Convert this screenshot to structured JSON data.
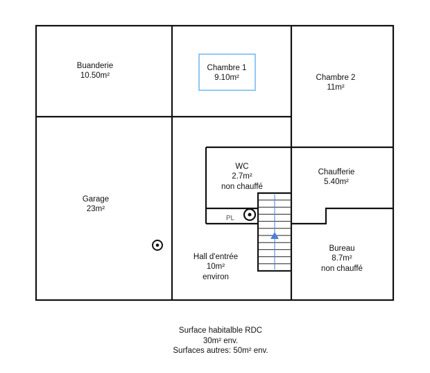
{
  "rooms": {
    "buanderie": {
      "name": "Buanderie",
      "area": "10.50m²"
    },
    "chambre1": {
      "name": "Chambre 1",
      "area": "9.10m²"
    },
    "chambre2": {
      "name": "Chambre 2",
      "area": "11m²"
    },
    "garage": {
      "name": "Garage",
      "area": "23m²"
    },
    "wc": {
      "name": "WC",
      "area": "2.7m²",
      "note": "non chauffé"
    },
    "chaufferie": {
      "name": "Chaufferie",
      "area": "5.40m²"
    },
    "hall": {
      "name": "Hall d'entrée",
      "area": "10m²",
      "note": "environ"
    },
    "bureau": {
      "name": "Bureau",
      "area": "8.7m²",
      "note": "non chauffé"
    },
    "pl": {
      "name": "PL"
    }
  },
  "summary": {
    "line1": "Surface habitalble RDC",
    "line2": "30m² env.",
    "line3": "Surfaces autres: 50m² env."
  },
  "colors": {
    "wall": "#111111",
    "highlight": "#6fb7f0",
    "arrow": "#4a7fd8"
  }
}
